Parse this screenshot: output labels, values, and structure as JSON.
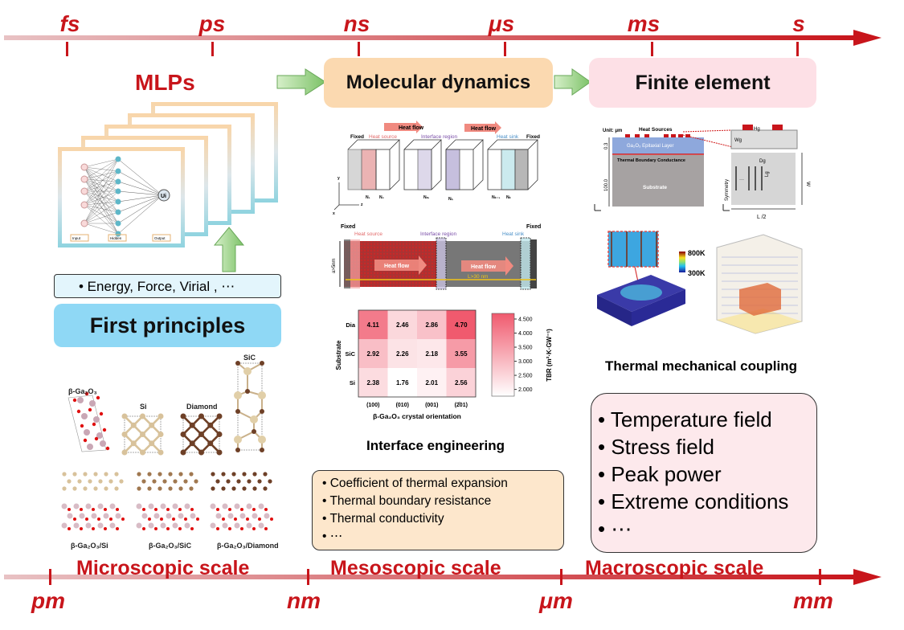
{
  "time_axis": {
    "labels": [
      "fs",
      "ps",
      "ns",
      "μs",
      "ms",
      "s"
    ]
  },
  "length_axis": {
    "labels": [
      "pm",
      "nm",
      "μm",
      "mm"
    ]
  },
  "colors": {
    "accent_red": "#c8151b",
    "md_box": "#fbd9b0",
    "fe_box": "#fde0e6",
    "fp_box": "#8fd8f5",
    "arrow_green": "#8fcf7a"
  },
  "microscopic": {
    "mlps_label": "MLPs",
    "nn_labels": {
      "input": "Input",
      "hidden": "Hidden",
      "output": "Output",
      "out_node": "Ui"
    },
    "properties": "• Energy, Force, Virial , ⋯",
    "first_principles": "First principles",
    "crystals": [
      "β-Ga₂O₃",
      "Si",
      "Diamond",
      "SiC"
    ],
    "interfaces": [
      "β-Ga₂O₃/Si",
      "β-Ga₂O₃/SiC",
      "β-Ga₂O₃/Diamond"
    ],
    "scale_label": "Microscopic scale"
  },
  "mesoscopic": {
    "method": "Molecular dynamics",
    "md_schematic": {
      "fixed": "Fixed",
      "heat_source": "Heat source",
      "heat_flow": "Heat flow",
      "interface": "Interface region",
      "heat_sink": "Heat sink",
      "nodes": [
        "N₁",
        "N₂",
        "Nₘ",
        "Nₙ",
        "Nₖ₋₁",
        "Nₖ"
      ],
      "axes": [
        "y",
        "z",
        "x"
      ]
    },
    "md_atoms": {
      "fixed": "Fixed",
      "heat_source": "Heat source",
      "interface": "Interface region",
      "heat_sink": "Heat sink",
      "heat_flow": "Heat flow",
      "width": "a>5nm",
      "length": "L>30 nm"
    },
    "heatmap": {
      "ylabel": "Substrate",
      "xlabel": "β-Ga₂O₃ crystal orientation",
      "rows": [
        "Dia",
        "SiC",
        "Si"
      ],
      "cols": [
        "(100)",
        "(010)",
        "(001)",
        "(2̄01)"
      ],
      "values": [
        [
          4.11,
          2.46,
          2.86,
          4.7
        ],
        [
          2.92,
          2.26,
          2.18,
          3.55
        ],
        [
          2.38,
          1.76,
          2.01,
          2.56
        ]
      ],
      "colorbar_ticks": [
        "4.500",
        "4.000",
        "3.500",
        "3.000",
        "2.500",
        "2.000"
      ],
      "colorbar_label": "TBR (m²·K·GW⁻¹)",
      "range": [
        1.76,
        4.7
      ]
    },
    "caption": "Interface engineering",
    "bullets": [
      "• Coefficient of thermal expansion",
      "• Thermal boundary resistance",
      "• Thermal conductivity",
      "• ⋯"
    ],
    "scale_label": "Mesoscopic scale"
  },
  "macroscopic": {
    "method": "Finite element",
    "fe_schematic": {
      "unit": "Unit: μm",
      "heat_sources": "Heat Sources",
      "layer": "Ga₂O₃ Epitaxial Layer",
      "tbc": "Thermal Boundary Conductance",
      "substrate": "Substrate",
      "dim1": "0.3",
      "dim2": "100.0",
      "hg": "Hg",
      "wg": "Wg",
      "dg": "Dg",
      "lg": "Lg",
      "symmetry": "Symmetry",
      "w": "W",
      "l": "L /2",
      "dots": "···"
    },
    "colorbar": {
      "max": "800K",
      "min": "300K"
    },
    "caption": "Thermal mechanical coupling",
    "bullets": [
      "• Temperature field",
      "• Stress field",
      "• Peak power",
      "• Extreme conditions",
      "• ⋯"
    ],
    "scale_label": "Macroscopic scale"
  }
}
